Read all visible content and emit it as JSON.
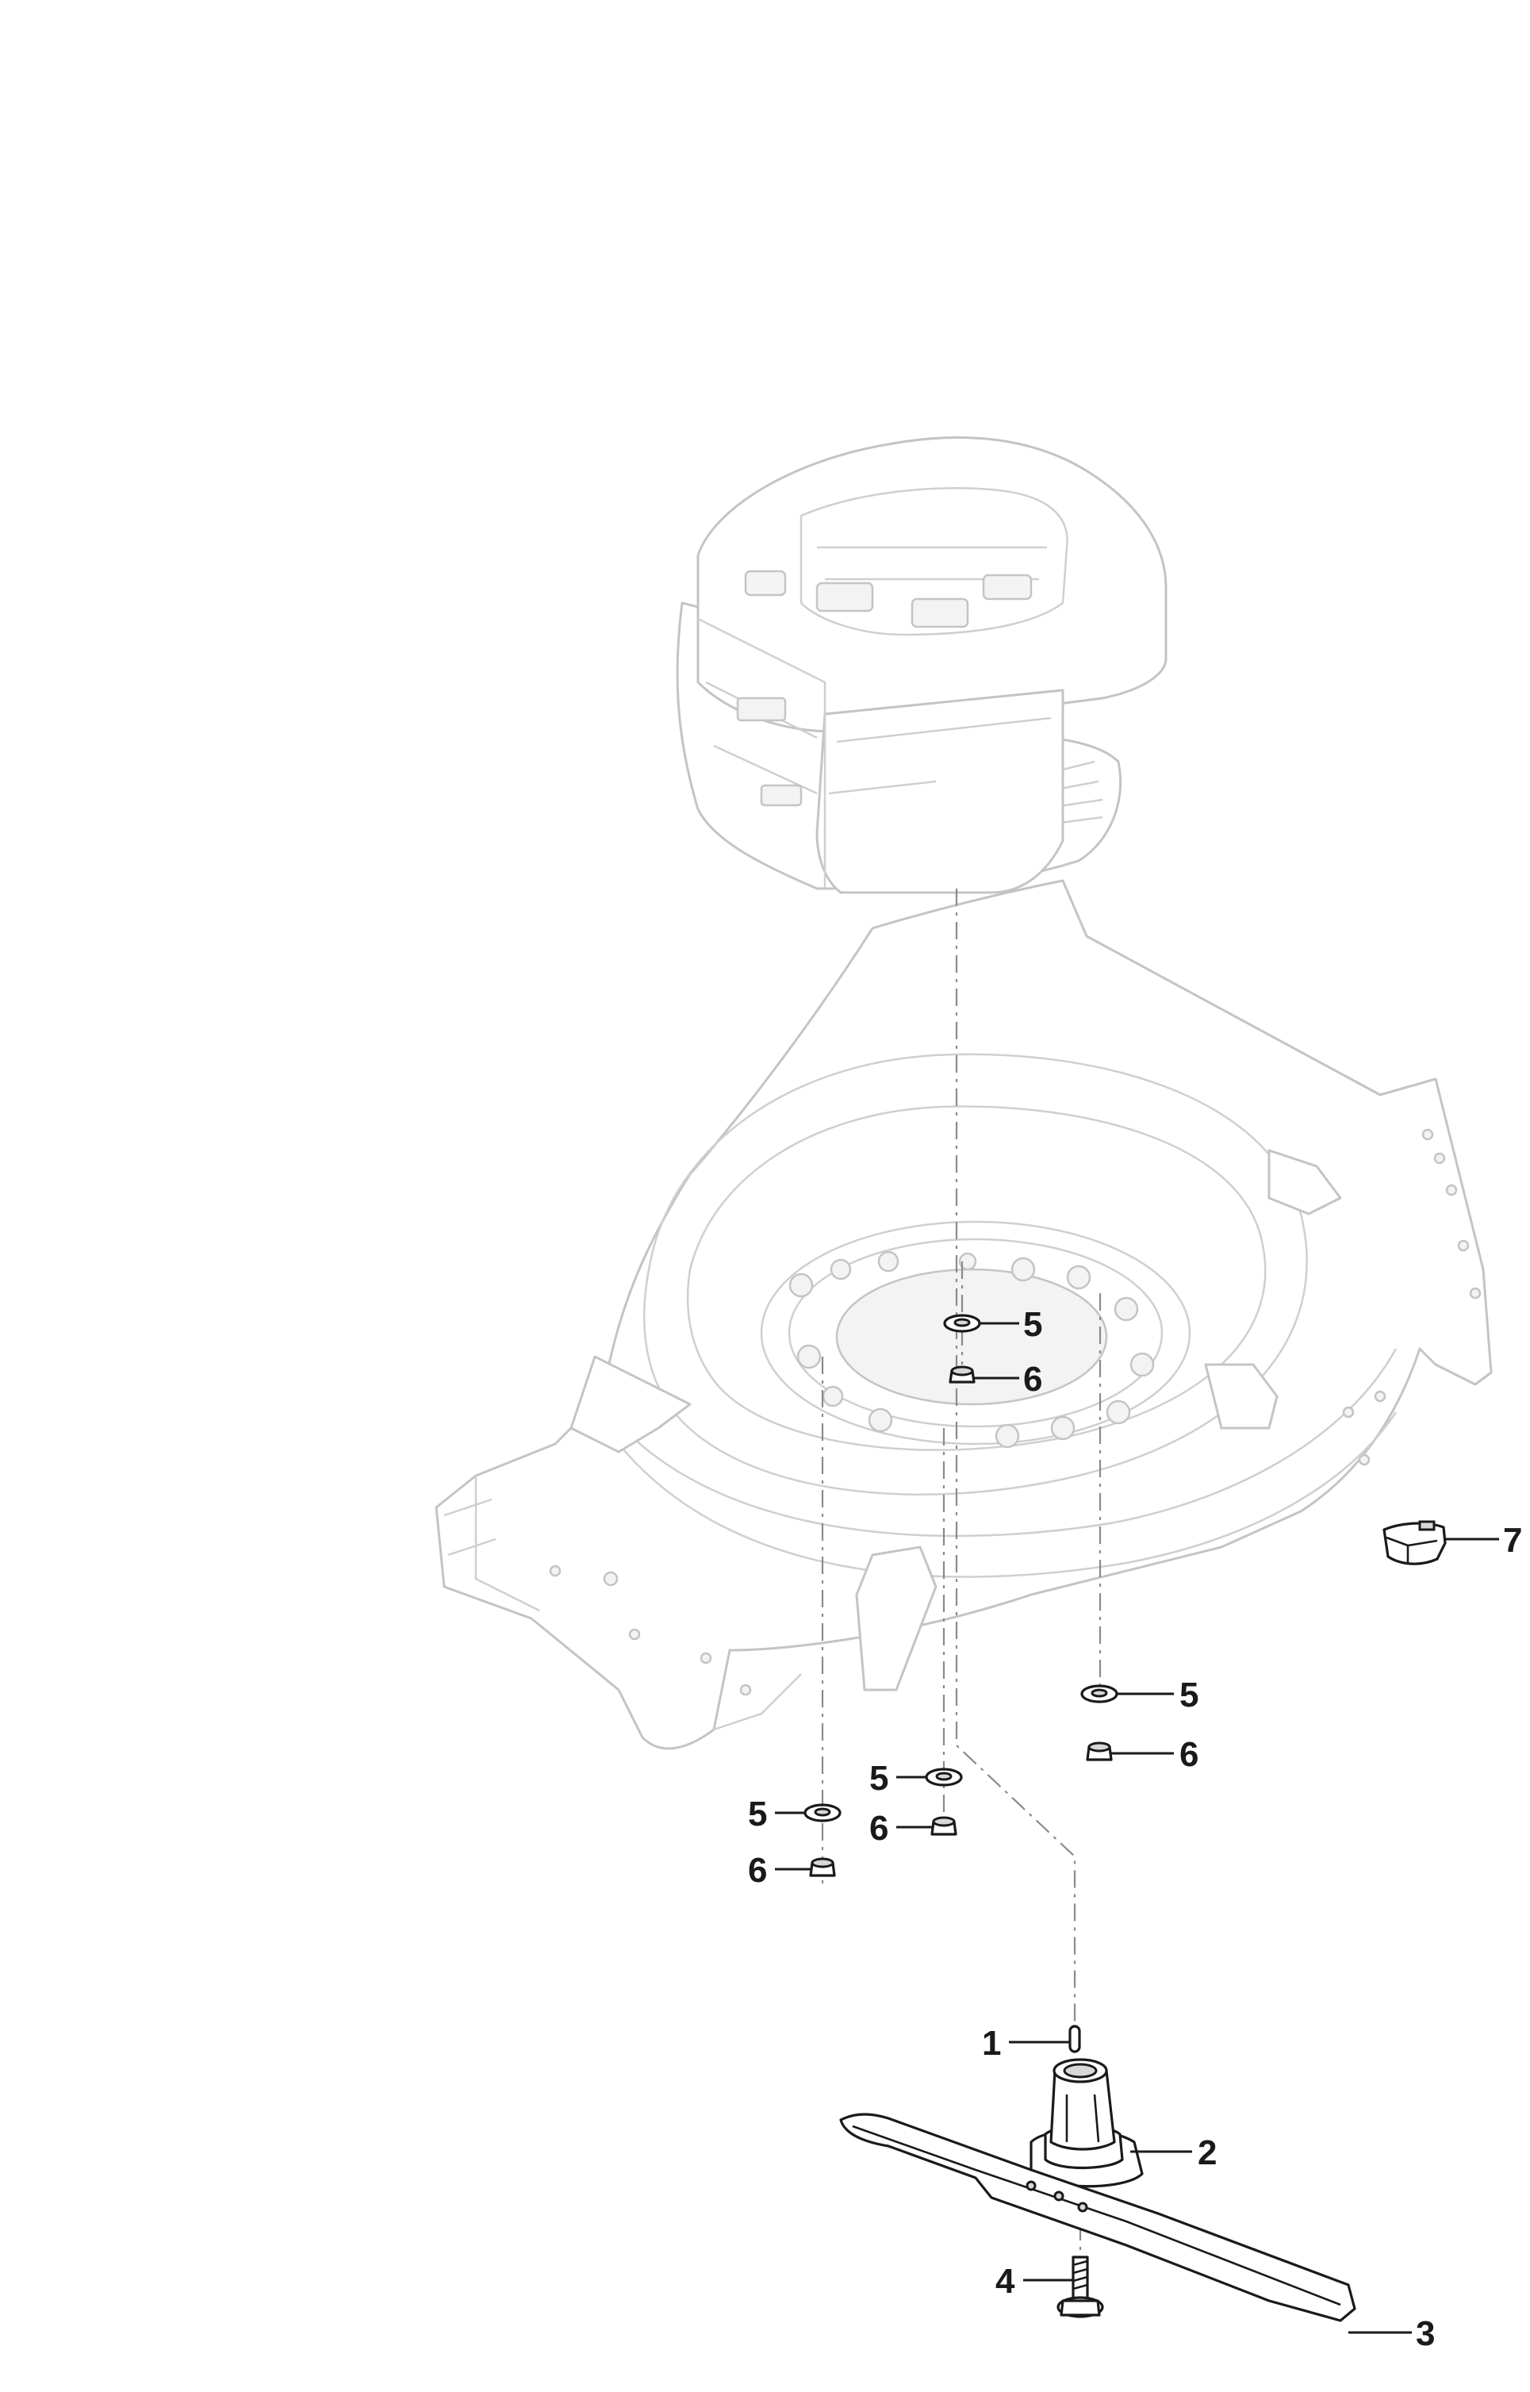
{
  "callouts": [
    {
      "id": "c1",
      "label": "1"
    },
    {
      "id": "c2",
      "label": "2"
    },
    {
      "id": "c3",
      "label": "3"
    },
    {
      "id": "c4",
      "label": "4"
    },
    {
      "id": "c5a",
      "label": "5"
    },
    {
      "id": "c6a",
      "label": "6"
    },
    {
      "id": "c5b",
      "label": "5"
    },
    {
      "id": "c6b",
      "label": "6"
    },
    {
      "id": "c5c",
      "label": "5"
    },
    {
      "id": "c6c",
      "label": "6"
    },
    {
      "id": "c5d",
      "label": "5"
    },
    {
      "id": "c6d",
      "label": "6"
    },
    {
      "id": "c7",
      "label": "7"
    }
  ],
  "colors": {
    "background": "#ffffff",
    "ghost_outline": "#c4c4c4",
    "part_outline": "#1a1a1a",
    "label_text": "#1a1a1a"
  }
}
